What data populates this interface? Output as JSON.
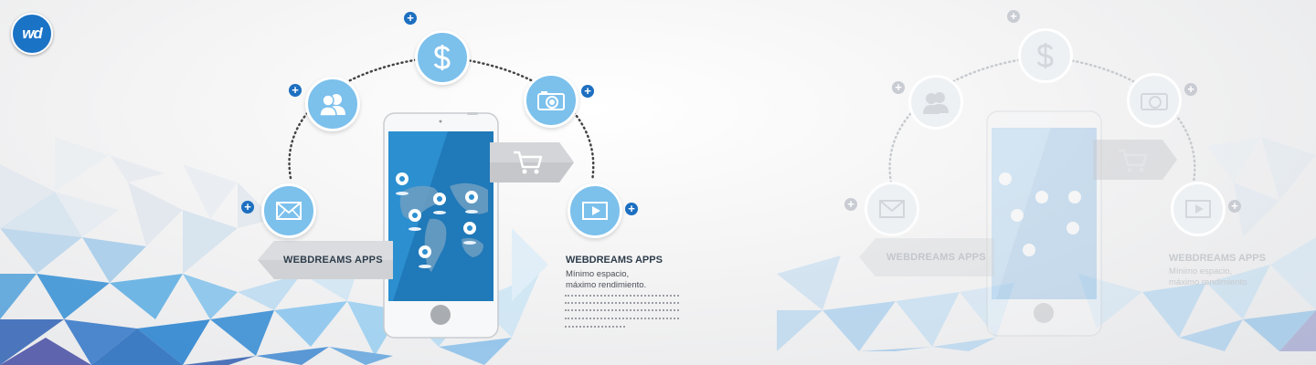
{
  "logo": {
    "text": "wd"
  },
  "primary": {
    "left_label": "WEBDREAMS APPS",
    "side_title": "WEBDREAMS APPS",
    "side_line1": "Mínimo espacio,",
    "side_line2": "máximo rendimiento."
  },
  "ghost": {
    "left_label": "WEBDREAMS APPS",
    "side_title": "WEBDREAMS APPS",
    "side_line1": "Mínimo espacio,",
    "side_line2": "máximo rendimiento."
  },
  "plus_glyph": "+",
  "features": [
    "mail-icon",
    "users-icon",
    "dollar-icon",
    "camera-icon",
    "video-icon",
    "cart-icon"
  ],
  "colors": {
    "accent_blue": "#1d6fc0",
    "circle_fill": "#7cc0ec",
    "screen_blue": "#2c8fd0",
    "dark_text": "#2e3d4b",
    "ribbon_gray": "#cfd1d4"
  }
}
